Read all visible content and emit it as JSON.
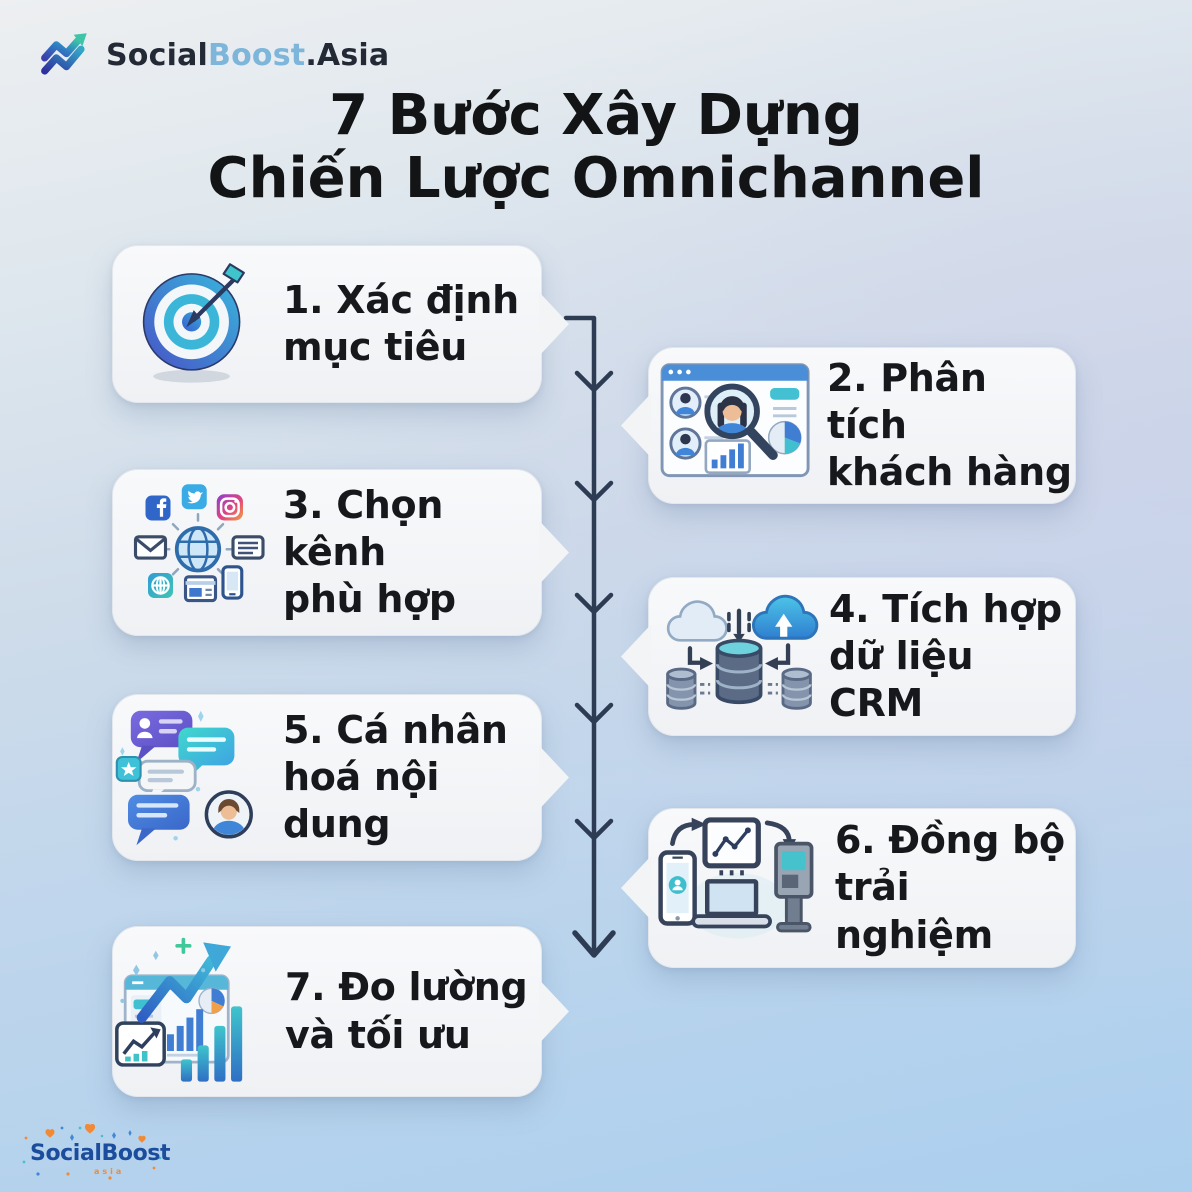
{
  "brand": {
    "header": {
      "name_primary": "Social",
      "name_accent": "Boost",
      "name_suffix": ".Asia",
      "icon": "socialboost-logo-icon"
    },
    "footer": {
      "name": "SocialBoost",
      "sub": "asia",
      "icon": "socialboost-confetti-logo"
    }
  },
  "title": {
    "line1": "7 Bước Xây Dựng",
    "line2": "Chiến Lược Omnichannel"
  },
  "steps": [
    {
      "line1": "1. Xác định",
      "line2": "mục tiêu",
      "icon": "target-icon",
      "side": "left"
    },
    {
      "line1": "2. Phân tích",
      "line2": "khách hàng",
      "icon": "customer-analysis-icon",
      "side": "right"
    },
    {
      "line1": "3. Chọn kênh",
      "line2": "phù hợp",
      "icon": "channels-globe-icon",
      "side": "left"
    },
    {
      "line1": "4. Tích hợp",
      "line2": "dữ liệu CRM",
      "icon": "crm-database-icon",
      "side": "right"
    },
    {
      "line1": "5. Cá nhân",
      "line2": "hoá nội dung",
      "icon": "chat-personalization-icon",
      "side": "left"
    },
    {
      "line1": "6. Đồng bộ",
      "line2": "trải nghiệm",
      "icon": "devices-sync-icon",
      "side": "right"
    },
    {
      "line1": "7. Đo lường",
      "line2": "và tối ưu",
      "icon": "analytics-growth-icon",
      "side": "left"
    }
  ],
  "colors": {
    "background_top": "#edeff1",
    "background_bottom": "#abcfee",
    "card": "#f2f4f6",
    "text": "#17181b",
    "connector": "#2d3c53",
    "brand_accent_blue": "#7db6da",
    "brand_footer_blue": "#1c4d9c",
    "brand_footer_orange": "#f08a36",
    "accent_blue": "#3f7ed2",
    "accent_teal": "#3fc0d0"
  }
}
